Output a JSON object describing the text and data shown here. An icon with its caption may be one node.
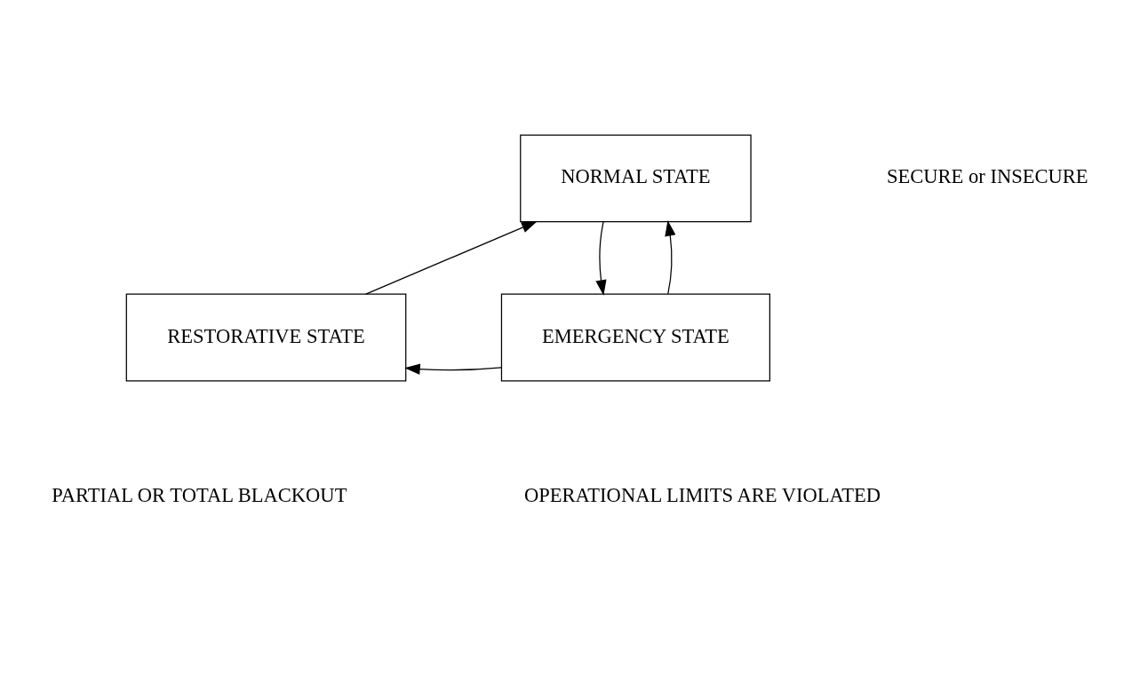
{
  "diagram": {
    "nodes": [
      {
        "text": [
          "NORMAL STATE"
        ]
      },
      {
        "text": [
          "RESTORATIVE STATE"
        ]
      },
      {
        "text": [
          "EMERGENCY STATE"
        ]
      }
    ],
    "edges": [
      {
        "from": 1,
        "to": 0,
        "arrow": "to"
      },
      {
        "from": 0,
        "to": 2,
        "arrow": "to"
      },
      {
        "from": 2,
        "to": 0,
        "arrow": "to"
      },
      {
        "from": 2,
        "to": 1,
        "arrow": "to"
      }
    ],
    "labels": [
      "SECURE or INSECURE",
      "PARTIAL OR TOTAL BLACKOUT",
      "OPERATIONAL LIMITS ARE VIOLATED"
    ]
  }
}
